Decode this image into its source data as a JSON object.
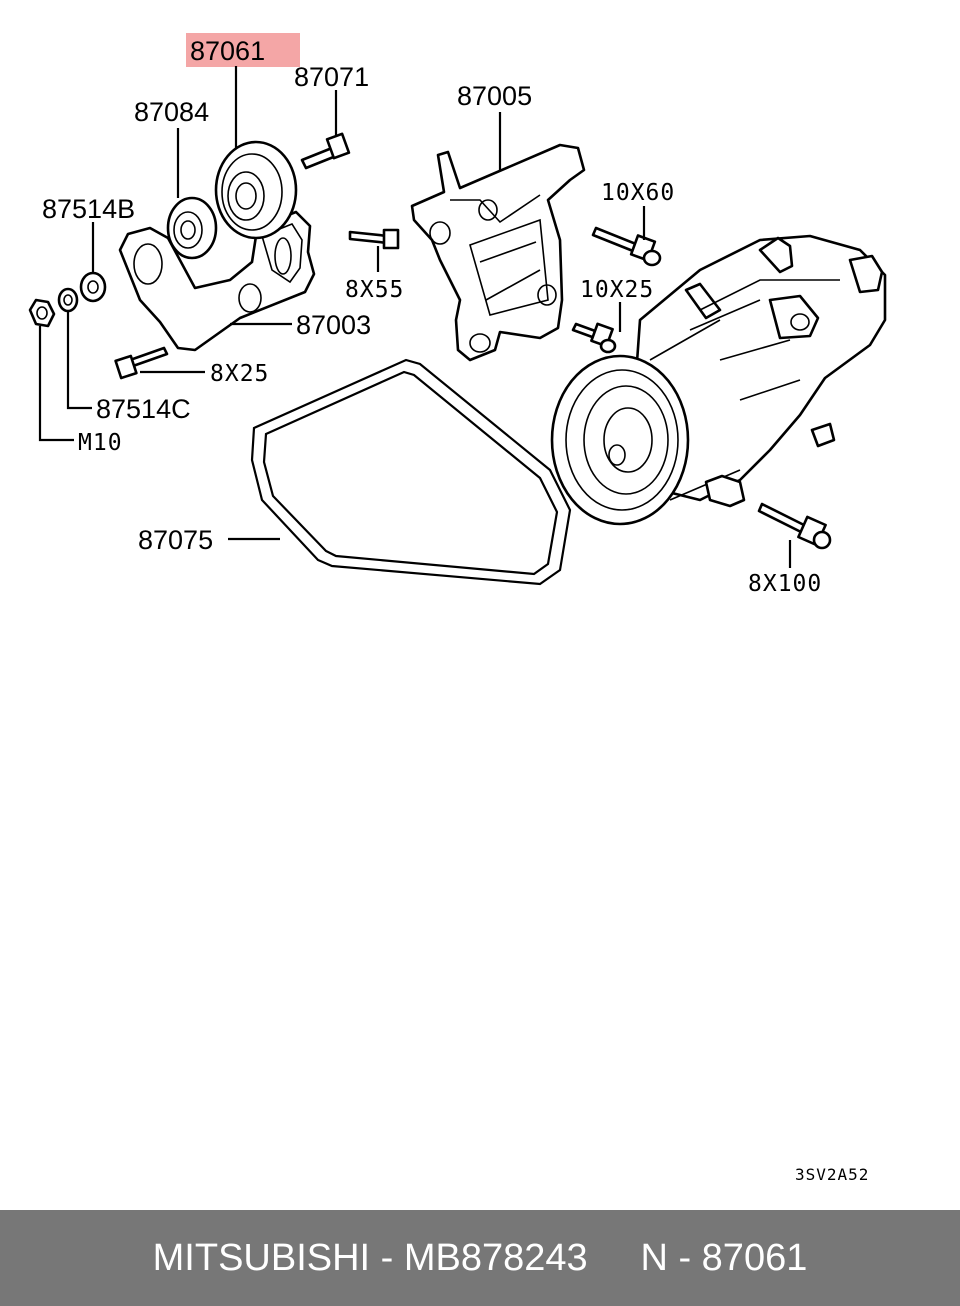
{
  "diagram": {
    "highlight_color": "#f4a6a6",
    "labels": {
      "p87061": "87061",
      "p87071": "87071",
      "p87084": "87084",
      "p87005": "87005",
      "p87514b": "87514B",
      "p10x60": "10X60",
      "p8x55": "8X55",
      "p10x25": "10X25",
      "p87003": "87003",
      "p8x25": "8X25",
      "p87514c": "87514C",
      "pm10": "M10",
      "p87075": "87075",
      "p8x100": "8X100"
    },
    "code": "3SV2A52"
  },
  "footer": {
    "background": "#777777",
    "text": "MITSUBISHI - MB878243     N - 87061"
  }
}
